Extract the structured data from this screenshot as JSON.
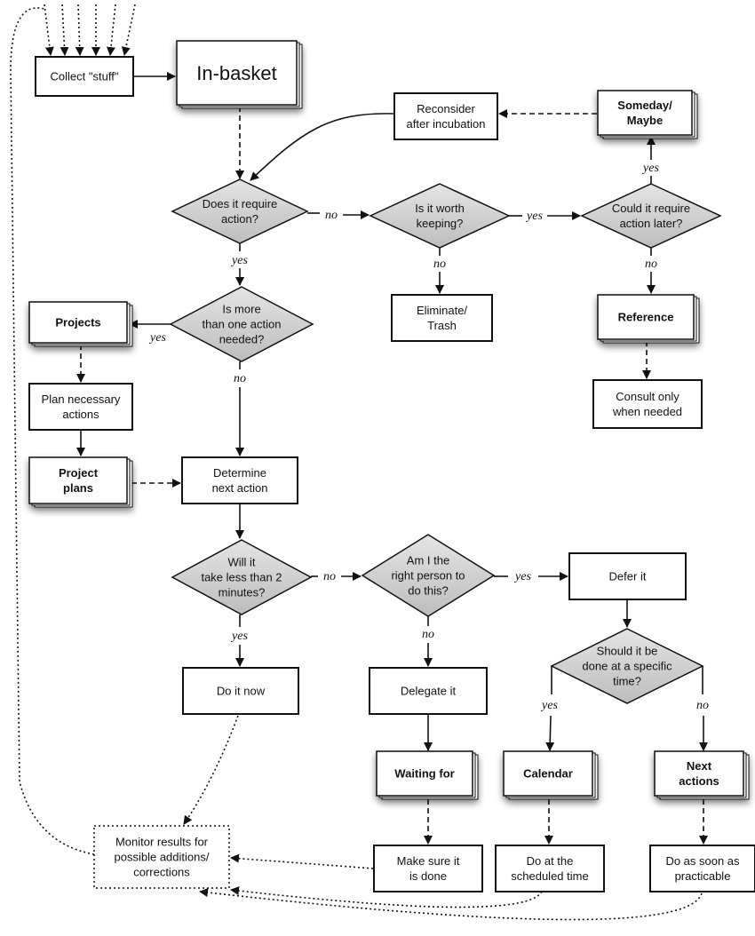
{
  "nodes": {
    "collect": [
      "Collect \"stuff\""
    ],
    "inbasket": [
      "In-basket"
    ],
    "reconsider": [
      "Reconsider",
      "after incubation"
    ],
    "someday": [
      "Someday/",
      "Maybe"
    ],
    "requireAction": [
      "Does it require",
      "action?"
    ],
    "worthKeeping": [
      "Is it worth",
      "keeping?"
    ],
    "actionLater": [
      "Could it require",
      "action later?"
    ],
    "eliminate": [
      "Eliminate/",
      "Trash"
    ],
    "reference": [
      "Reference"
    ],
    "consult": [
      "Consult only",
      "when needed"
    ],
    "projects": [
      "Projects"
    ],
    "moreThanOne": [
      "Is more",
      "than one action",
      "needed?"
    ],
    "plan": [
      "Plan necessary",
      "actions"
    ],
    "projectPlans": [
      "Project",
      "plans"
    ],
    "determine": [
      "Determine",
      "next action"
    ],
    "lessThan2": [
      "Will it",
      "take less than 2",
      "minutes?"
    ],
    "rightPerson": [
      "Am I the",
      "right person to",
      "do this?"
    ],
    "defer": [
      "Defer it"
    ],
    "specificTime": [
      "Should it be",
      "done at a specific",
      "time?"
    ],
    "doNow": [
      "Do it now"
    ],
    "delegate": [
      "Delegate it"
    ],
    "waiting": [
      "Waiting for"
    ],
    "calendar": [
      "Calendar"
    ],
    "nextActions": [
      "Next",
      "actions"
    ],
    "monitor": [
      "Monitor results for",
      "possible additions/",
      "corrections"
    ],
    "makeSure": [
      "Make sure it",
      "is done"
    ],
    "scheduled": [
      "Do at the",
      "scheduled time"
    ],
    "asap": [
      "Do as soon as",
      "practicable"
    ]
  },
  "edge_labels": {
    "no1": "no",
    "yes1": "yes",
    "yes2": "yes",
    "no2": "no",
    "no3": "no",
    "yes3": "yes",
    "yes4": "yes",
    "no4": "no",
    "no5": "no",
    "yes5": "yes",
    "no6": "no",
    "yes6": "yes",
    "yes7": "yes",
    "no7": "no"
  },
  "colors": {
    "diamond_fill": "#cfcfcf",
    "stroke": "#111111"
  }
}
